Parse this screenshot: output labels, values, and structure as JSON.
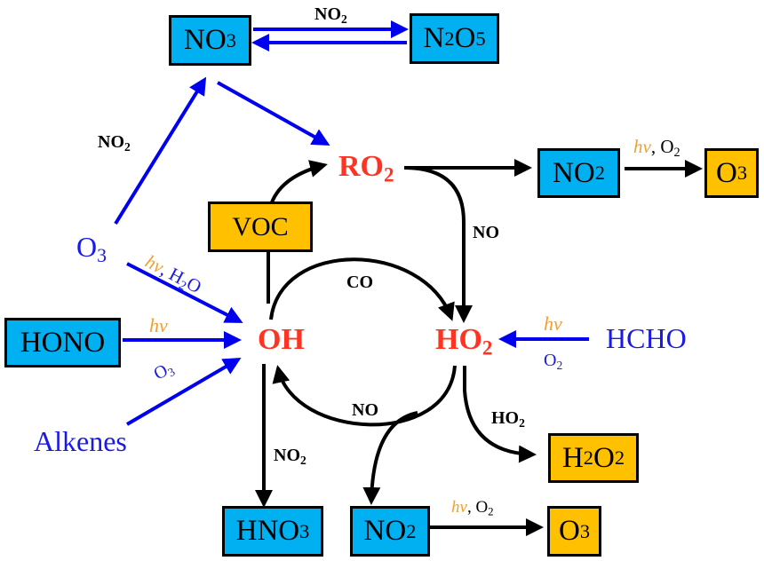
{
  "colors": {
    "nox_box": "#00b0f0",
    "product_box": "#ffc000",
    "radical": "#ff3322",
    "source_arrow": "#0000ee",
    "photolysis_label": "#f0a030",
    "cycle_arrow": "#000000"
  },
  "boxes": {
    "no3": {
      "main": "NO",
      "sub": "3"
    },
    "n2o5": {
      "main1": "N",
      "sub1": "2",
      "main2": "O",
      "sub2": "5"
    },
    "no2_top": {
      "main": "NO",
      "sub": "2"
    },
    "o3_top": {
      "main": "O",
      "sub": "3"
    },
    "voc": {
      "main": "VOC"
    },
    "hono": {
      "main": "HONO"
    },
    "h2o2": {
      "main1": "H",
      "sub1": "2",
      "main2": "O",
      "sub2": "2"
    },
    "hno3": {
      "main": "HNO",
      "sub": "3"
    },
    "no2_bottom": {
      "main": "NO",
      "sub": "2"
    },
    "o3_bottom": {
      "main": "O",
      "sub": "3"
    }
  },
  "species": {
    "ro2": {
      "main": "RO",
      "sub": "2"
    },
    "oh": {
      "main": "OH"
    },
    "ho2": {
      "main": "HO",
      "sub": "2"
    },
    "o3_source": {
      "main": "O",
      "sub": "3"
    },
    "alkenes": {
      "main": "Alkenes"
    },
    "hcho": {
      "main": "HCHO"
    }
  },
  "reaction_labels": {
    "no3_n2o5": {
      "main": "NO",
      "sub": "2"
    },
    "o3_to_no3": {
      "main": "NO",
      "sub": "2"
    },
    "ro2_to_ho2": {
      "main": "NO"
    },
    "oh_to_ho2": {
      "main": "CO"
    },
    "ho2_to_oh": {
      "main": "NO"
    },
    "ho2_to_h2o2": {
      "main": "HO",
      "sub": "2"
    },
    "oh_to_hno3": {
      "main": "NO",
      "sub": "2"
    },
    "no2_top_to_o3": {
      "hv": "hν",
      "rest": ", O",
      "sub": "2"
    },
    "no2_bottom_to_o3": {
      "hv": "hν",
      "rest": ", O",
      "sub": "2"
    },
    "o3_to_oh": {
      "hv": "hν",
      "rest": ", H",
      "sub": "2",
      "tail": "O"
    },
    "hono_to_oh": {
      "hv": "hν"
    },
    "alkenes_to_oh": {
      "main": "O",
      "sub": "3"
    },
    "hcho_to_ho2_top": {
      "hv": "hν"
    },
    "hcho_to_ho2_bottom": {
      "main": "O",
      "sub": "2"
    }
  }
}
